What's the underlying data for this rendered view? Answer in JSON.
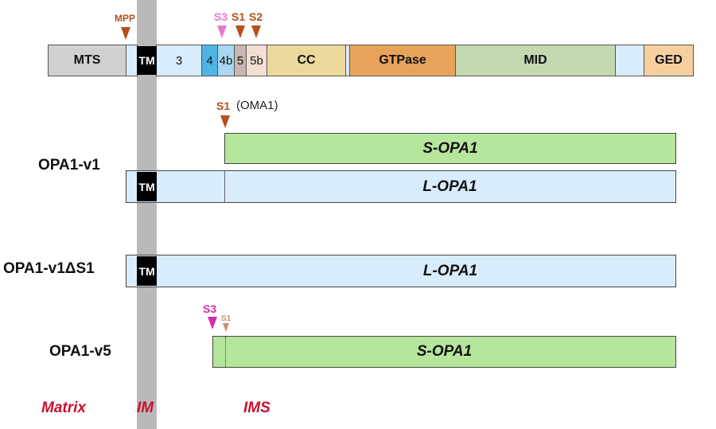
{
  "domain_bar": {
    "segments": {
      "mts": "MTS",
      "tm": "TM",
      "ex3": "3",
      "ex4": "4",
      "ex4b": "4b",
      "ex5": "5",
      "ex5b": "5b",
      "cc": "CC",
      "gtpase": "GTPase",
      "mid": "MID",
      "ged": "GED"
    },
    "sites": {
      "mpp": "MPP",
      "s3": "S3",
      "s1": "S1",
      "s2": "S2"
    }
  },
  "oma1_note": {
    "site": "S1",
    "enzyme": "(OMA1)"
  },
  "rows": {
    "v1": {
      "label": "OPA1-v1",
      "short_form": "S-OPA1",
      "long_form": "L-OPA1",
      "tm": "TM"
    },
    "v1ds1": {
      "label": "OPA1-v1ΔS1",
      "long_form": "L-OPA1",
      "tm": "TM"
    },
    "v5": {
      "label": "OPA1-v5",
      "short_form": "S-OPA1",
      "site_s3": "S3",
      "site_s1": "S1"
    }
  },
  "compartments": {
    "matrix": "Matrix",
    "im": "IM",
    "ims": "IMS"
  },
  "colors": {
    "mts": "#d0d0d0",
    "light_blue": "#d8ecfb",
    "exon4": "#4fb3e6",
    "exon4b": "#a9d7f2",
    "exon5": "#c8b7ae",
    "exon5b": "#f3dfd2",
    "cc": "#ecd89a",
    "gtpase": "#e8a35a",
    "mid": "#c3d8b0",
    "ged": "#f6cfa0",
    "short_green": "#b6e69c",
    "im_band": "#b9b9b9",
    "site_orange": "#b4501c",
    "site_pink": "#e879c9",
    "site_magenta": "#d92ca8",
    "site_tan": "#c89070",
    "compartment_red": "#c8102e"
  }
}
